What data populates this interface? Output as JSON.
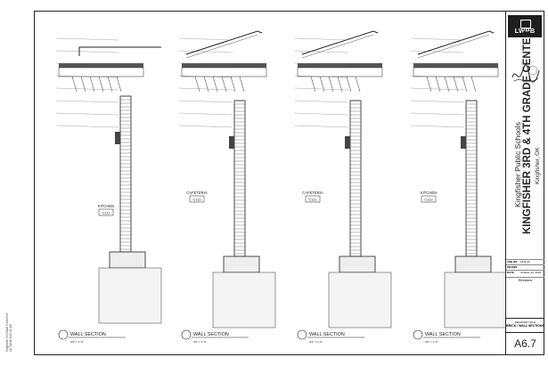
{
  "titleblock": {
    "firm": "LWPB",
    "client": "Kingfisher Public Schools",
    "project": "KINGFISHER 3RD & 4TH GRADE CENTER",
    "city": "Kingfisher, OK",
    "info": [
      {
        "k": "JOB NO.",
        "v": "1611.00"
      },
      {
        "k": "DRAWN",
        "v": "-"
      },
      {
        "k": "DATE",
        "v": "October 24, 2016"
      }
    ],
    "revisions_label": "Revisions",
    "sheet_title_label": "DRAWING TITLE",
    "sheet_title": "BRICK / WALL SECTIONS",
    "sheet_number": "A6.7"
  },
  "margin_file": {
    "line1": "Kingfisher 34 Grade Center.rvt",
    "line2": "11/7/2016 8:22:41 AM"
  },
  "sections": [
    {
      "title": "WALL SECTION",
      "scale": "3/4\" = 1'-0\"",
      "room": "KITCHEN",
      "room_no": "C112"
    },
    {
      "title": "WALL SECTION",
      "scale": "3/4\" = 1'-0\"",
      "room": "CAFETERIA",
      "room_no": "C111"
    },
    {
      "title": "WALL SECTION",
      "scale": "3/4\" = 1'-0\"",
      "room": "CAFETERIA",
      "room_no": "C111"
    },
    {
      "title": "WALL SECTION",
      "scale": "3/4\" = 1'-0\"",
      "room": "KITCHEN",
      "room_no": "C112"
    }
  ]
}
